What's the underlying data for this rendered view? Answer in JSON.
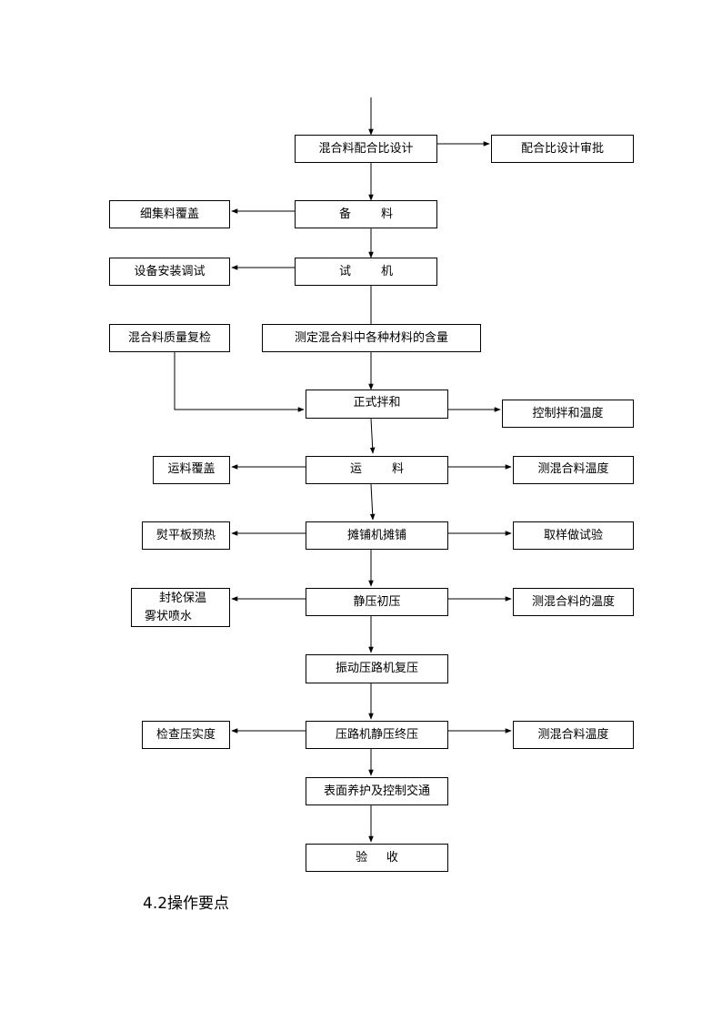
{
  "flowchart": {
    "main_steps": {
      "mix_design": "混合料配合比设计",
      "material_prep": "备        料",
      "trial_run": "试        机",
      "content_test": "测定混合料中各种材料的含量",
      "mixing": "正式拌和",
      "transport": "运        料",
      "paving": "摊铺机摊铺",
      "initial_rolling": "静压初压",
      "vibration_rolling": "振动压路机复压",
      "final_rolling": "压路机静压终压",
      "curing": "表面养护及控制交通",
      "acceptance": "验     收"
    },
    "side_steps": {
      "mix_design_approval": "配合比设计审批",
      "fine_aggregate_cover": "细集料覆盖",
      "equipment_setup": "设备安装调试",
      "mix_quality_recheck": "混合料质量复检",
      "mixing_temperature": "控制拌和温度",
      "transport_cover": "运料覆盖",
      "transport_temperature": "测混合料温度",
      "screed_preheat": "熨平板预热",
      "sampling_test": "取样做试验",
      "wheel_insulation_line1": "封轮保温",
      "wheel_insulation_line2": "雾状喷水",
      "rolling_temperature": "测混合料的温度",
      "compaction_check": "检查压实度",
      "final_temperature": "测混合料温度"
    }
  },
  "section_heading": "4.2操作要点"
}
